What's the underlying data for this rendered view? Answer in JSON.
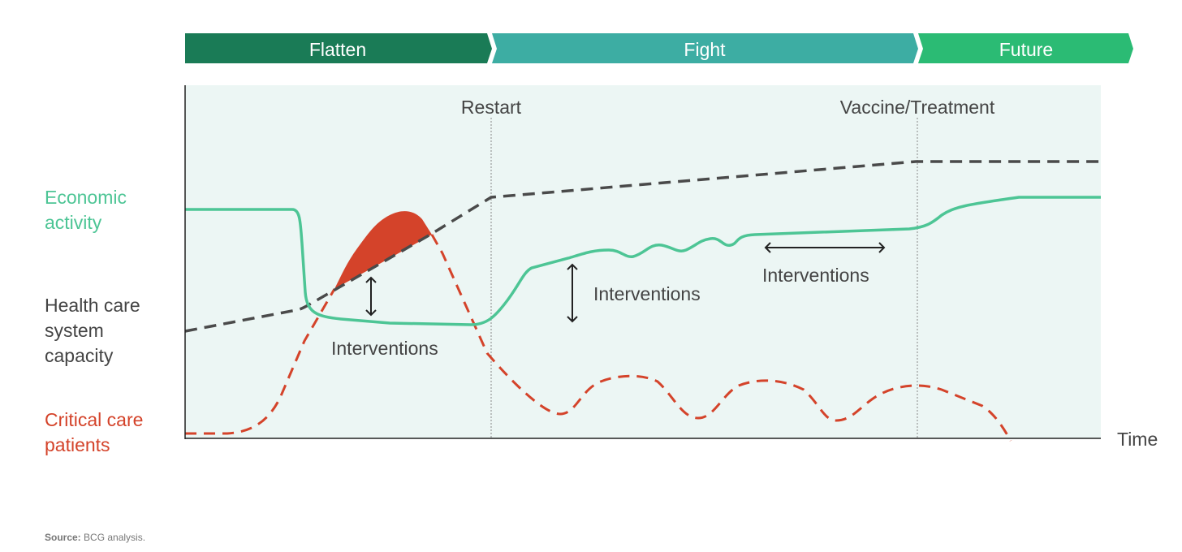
{
  "phases": [
    {
      "label": "Flatten",
      "color": "#1a7b56"
    },
    {
      "label": "Fight",
      "color": "#3dada3"
    },
    {
      "label": "Future",
      "color": "#2bbb74"
    }
  ],
  "markers": {
    "restart": "Restart",
    "vaccine": "Vaccine/Treatment"
  },
  "legend": {
    "economic": {
      "line1": "Economic",
      "line2": "activity",
      "color": "#4dc595"
    },
    "health": {
      "line1": "Health care",
      "line2": "system",
      "line3": "capacity",
      "color": "#4a4a4a"
    },
    "critical": {
      "line1": "Critical care",
      "line2": "patients",
      "color": "#d4432a"
    }
  },
  "annotations": [
    "Interventions",
    "Interventions",
    "Interventions"
  ],
  "x_axis_label": "Time",
  "source": {
    "label": "Source:",
    "text": "BCG analysis."
  }
}
